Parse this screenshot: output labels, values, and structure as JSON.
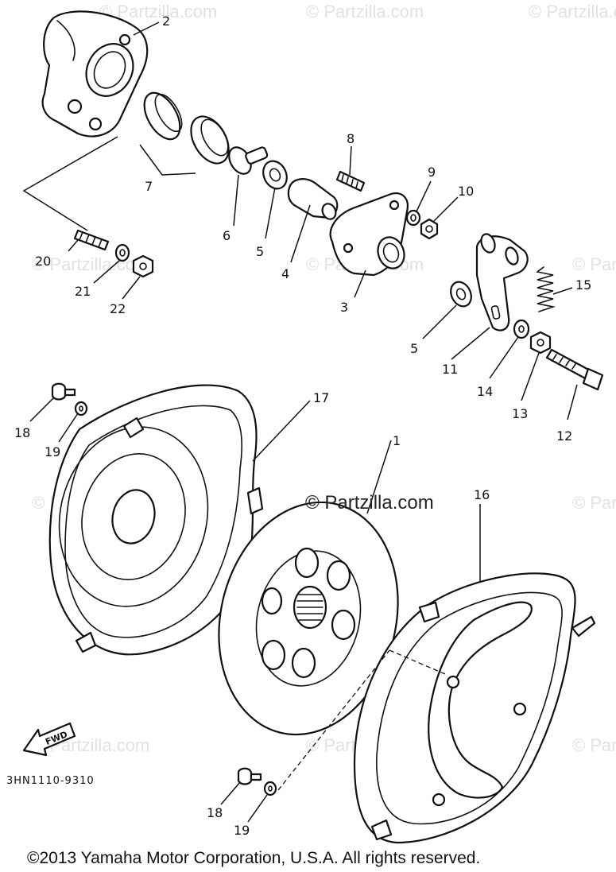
{
  "diagram": {
    "watermark": "© Partzilla.com",
    "partzilla_banner": "© Partzilla.com",
    "drawing_code": "3HN1110-9310",
    "direction_label": "FWD",
    "copyright": "©2013  Yamaha Motor Corporation, U.S.A. All rights reserved.",
    "callouts": [
      "1",
      "2",
      "3",
      "4",
      "5",
      "5",
      "6",
      "7",
      "8",
      "9",
      "10",
      "11",
      "12",
      "13",
      "14",
      "15",
      "16",
      "17",
      "18",
      "18",
      "19",
      "19",
      "20",
      "21",
      "22"
    ]
  }
}
